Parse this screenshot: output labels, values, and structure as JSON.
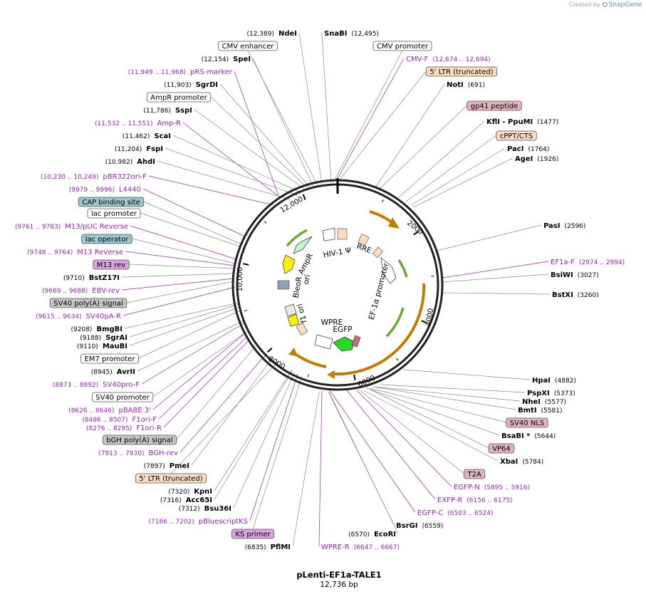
{
  "branding": {
    "prefix": "Created by",
    "name": "SnapGene"
  },
  "plasmid": {
    "name": "pLenti-EF1a-TALE1",
    "length_label": "12,736 bp"
  },
  "ticks": [
    "2000",
    "4000",
    "6000",
    "8000",
    "10,000",
    "12,000"
  ],
  "features": [
    {
      "id": "ampr",
      "label": "AmpR"
    },
    {
      "id": "ori",
      "label": "ori"
    },
    {
      "id": "hiv",
      "label": "HIV-1 Ψ"
    },
    {
      "id": "rre",
      "label": "RRE"
    },
    {
      "id": "ef1a",
      "label": "EF-1α promoter"
    },
    {
      "id": "bleor",
      "label": "BleoR"
    },
    {
      "id": "f1ori",
      "label": "f1 ori"
    },
    {
      "id": "wpre",
      "label": "WPRE"
    },
    {
      "id": "egfp",
      "label": "EGFP"
    }
  ],
  "labels": [
    {
      "id": "ndei",
      "kind": "enzyme",
      "name": "NdeI",
      "pos": "(12,389)"
    },
    {
      "id": "snabi",
      "kind": "enzyme",
      "name": "SnaBI",
      "pos": "(12,495)"
    },
    {
      "id": "cmv-enh",
      "kind": "box",
      "name": "CMV enhancer"
    },
    {
      "id": "cmv-prom",
      "kind": "box",
      "name": "CMV promoter"
    },
    {
      "id": "spei",
      "kind": "enzyme",
      "name": "SpeI",
      "pos": "(12,154)"
    },
    {
      "id": "cmv-f",
      "kind": "primer",
      "name": "CMV-F",
      "pos": "(12,674 .. 12,694)"
    },
    {
      "id": "prs",
      "kind": "primer",
      "name": "pRS-marker",
      "pos": "(11,949 .. 11,968)"
    },
    {
      "id": "ltr5",
      "kind": "ltr",
      "name": "5' LTR (truncated)"
    },
    {
      "id": "sgrdi",
      "kind": "enzyme",
      "name": "SgrDI",
      "pos": "(11,903)"
    },
    {
      "id": "noti",
      "kind": "enzyme",
      "name": "NotI",
      "pos": "(691)"
    },
    {
      "id": "ampr-prom",
      "kind": "box",
      "name": "AmpR promoter"
    },
    {
      "id": "gp41",
      "kind": "pink",
      "name": "gp41 peptide"
    },
    {
      "id": "sspi",
      "kind": "enzyme",
      "name": "SspI",
      "pos": "(11,786)"
    },
    {
      "id": "amp-r",
      "kind": "primer",
      "name": "Amp-R",
      "pos": "(11,532 .. 11,551)"
    },
    {
      "id": "kfli",
      "kind": "enzyme",
      "name": "KflI - PpuMI",
      "pos": "(1477)"
    },
    {
      "id": "scai",
      "kind": "enzyme",
      "name": "ScaI",
      "pos": "(11,462)"
    },
    {
      "id": "cppt",
      "kind": "ltr",
      "name": "cPPT/CTS"
    },
    {
      "id": "fspi",
      "kind": "enzyme",
      "name": "FspI",
      "pos": "(11,204)"
    },
    {
      "id": "paci",
      "kind": "enzyme",
      "name": "PacI",
      "pos": "(1764)"
    },
    {
      "id": "agei",
      "kind": "enzyme",
      "name": "AgeI",
      "pos": "(1926)"
    },
    {
      "id": "ahdi",
      "kind": "enzyme",
      "name": "AhdI",
      "pos": "(10,982)"
    },
    {
      "id": "pbr322",
      "kind": "primer",
      "name": "pBR322ori-F",
      "pos": "(10,230 .. 10,249)"
    },
    {
      "id": "l4440",
      "kind": "primer",
      "name": "L4440",
      "pos": "(9979 .. 9996)"
    },
    {
      "id": "cap",
      "kind": "teal",
      "name": "CAP binding site"
    },
    {
      "id": "lacp",
      "kind": "box",
      "name": "lac promoter"
    },
    {
      "id": "pasi",
      "kind": "enzyme",
      "name": "PasI",
      "pos": "(2596)"
    },
    {
      "id": "m13puc",
      "kind": "primer",
      "name": "M13/pUC Reverse",
      "pos": "(9761 .. 9783)"
    },
    {
      "id": "laco",
      "kind": "teal",
      "name": "lac operator"
    },
    {
      "id": "m13rev",
      "kind": "primer",
      "name": "M13 Reverse",
      "pos": "(9748 .. 9764)"
    },
    {
      "id": "ef1af",
      "kind": "primer",
      "name": "EF1a-F",
      "pos": "(2974 .. 2994)"
    },
    {
      "id": "m13revbox",
      "kind": "magenta",
      "name": "M13 rev"
    },
    {
      "id": "bsiwi",
      "kind": "enzyme",
      "name": "BsiWI",
      "pos": "(3027)"
    },
    {
      "id": "bstz17i",
      "kind": "enzyme",
      "name": "BstZ17I",
      "pos": "(9710)"
    },
    {
      "id": "ebvrev",
      "kind": "primer",
      "name": "EBV-rev",
      "pos": "(9669 .. 9688)"
    },
    {
      "id": "bstxi",
      "kind": "enzyme",
      "name": "BstXI",
      "pos": "(3260)"
    },
    {
      "id": "sv40pa",
      "kind": "gray",
      "name": "SV40 poly(A) signal"
    },
    {
      "id": "sv40par",
      "kind": "primer",
      "name": "SV40pA-R",
      "pos": "(9615 .. 9634)"
    },
    {
      "id": "bmgbi",
      "kind": "enzyme",
      "name": "BmgBI",
      "pos": "(9208)"
    },
    {
      "id": "sgrai",
      "kind": "enzyme",
      "name": "SgrAI",
      "pos": "(9188)"
    },
    {
      "id": "maubi",
      "kind": "enzyme",
      "name": "MauBI",
      "pos": "(9110)"
    },
    {
      "id": "em7",
      "kind": "box",
      "name": "EM7 promoter"
    },
    {
      "id": "avrii",
      "kind": "enzyme",
      "name": "AvrII",
      "pos": "(8945)"
    },
    {
      "id": "sv40prof",
      "kind": "primer",
      "name": "SV40pro-F",
      "pos": "(8873 .. 8892)"
    },
    {
      "id": "hpai",
      "kind": "enzyme",
      "name": "HpaI",
      "pos": "(4882)"
    },
    {
      "id": "sv40prom",
      "kind": "box",
      "name": "SV40 promoter"
    },
    {
      "id": "pspxi",
      "kind": "enzyme",
      "name": "PspXI",
      "pos": "(5373)"
    },
    {
      "id": "nhei",
      "kind": "enzyme",
      "name": "NheI",
      "pos": "(5577)"
    },
    {
      "id": "pbabe",
      "kind": "primer",
      "name": "pBABE 3'",
      "pos": "(8626 .. 8646)"
    },
    {
      "id": "bmti",
      "kind": "enzyme",
      "name": "BmtI",
      "pos": "(5581)"
    },
    {
      "id": "f1orif",
      "kind": "primer",
      "name": "F1ori-F",
      "pos": "(8486 .. 8507)"
    },
    {
      "id": "sv40nls",
      "kind": "pink",
      "name": "SV40 NLS"
    },
    {
      "id": "f1orir",
      "kind": "primer",
      "name": "F1ori-R",
      "pos": "(8276 .. 8295)"
    },
    {
      "id": "bsabi",
      "kind": "enzyme",
      "name": "BsaBI *",
      "pos": "(5644)"
    },
    {
      "id": "bgh",
      "kind": "gray",
      "name": "bGH poly(A) signal"
    },
    {
      "id": "vp64",
      "kind": "pink",
      "name": "VP64"
    },
    {
      "id": "bghrev",
      "kind": "primer",
      "name": "BGH-rev",
      "pos": "(7913 .. 7930)"
    },
    {
      "id": "pmei",
      "kind": "enzyme",
      "name": "PmeI",
      "pos": "(7897)"
    },
    {
      "id": "xbai",
      "kind": "enzyme",
      "name": "XbaI",
      "pos": "(5784)"
    },
    {
      "id": "ltr5b",
      "kind": "ltr",
      "name": "5' LTR (truncated)"
    },
    {
      "id": "t2a",
      "kind": "pink",
      "name": "T2A"
    },
    {
      "id": "kpni",
      "kind": "enzyme",
      "name": "KpnI",
      "pos": "(7320)"
    },
    {
      "id": "egfpn",
      "kind": "primer",
      "name": "EGFP-N",
      "pos": "(5895 .. 5916)"
    },
    {
      "id": "acc65i",
      "kind": "enzyme",
      "name": "Acc65I",
      "pos": "(7316)"
    },
    {
      "id": "bsu36i",
      "kind": "enzyme",
      "name": "Bsu36I",
      "pos": "(7312)"
    },
    {
      "id": "exfpr",
      "kind": "primer",
      "name": "EXFP-R",
      "pos": "(6156 .. 6175)"
    },
    {
      "id": "egfpc",
      "kind": "primer",
      "name": "EGFP-C",
      "pos": "(6503 .. 6524)"
    },
    {
      "id": "pblue",
      "kind": "primer",
      "name": "pBluescriptKS",
      "pos": "(7186 .. 7202)"
    },
    {
      "id": "bsrgi",
      "kind": "enzyme",
      "name": "BsrGI",
      "pos": "(6559)"
    },
    {
      "id": "ksprimer",
      "kind": "magenta",
      "name": "KS primer"
    },
    {
      "id": "ecori",
      "kind": "enzyme",
      "name": "EcoRI",
      "pos": "(6570)"
    },
    {
      "id": "pflmi",
      "kind": "enzyme",
      "name": "PflMI",
      "pos": "(6835)"
    },
    {
      "id": "wprer",
      "kind": "primer",
      "name": "WPRE-R",
      "pos": "(6647 .. 6667)"
    }
  ],
  "colors": {
    "primer": "#a020c0",
    "box_fill": "#ffffff",
    "ltr_fill": "#fbdcc0",
    "pink_fill": "#e2b3bd",
    "teal_fill": "#9ac7cf",
    "gray_fill": "#c5c5c5",
    "magenta_fill": "#dba3e3",
    "arrow_orange": "#d08a10",
    "arrow_green": "#70b830",
    "leader": "#888888"
  }
}
